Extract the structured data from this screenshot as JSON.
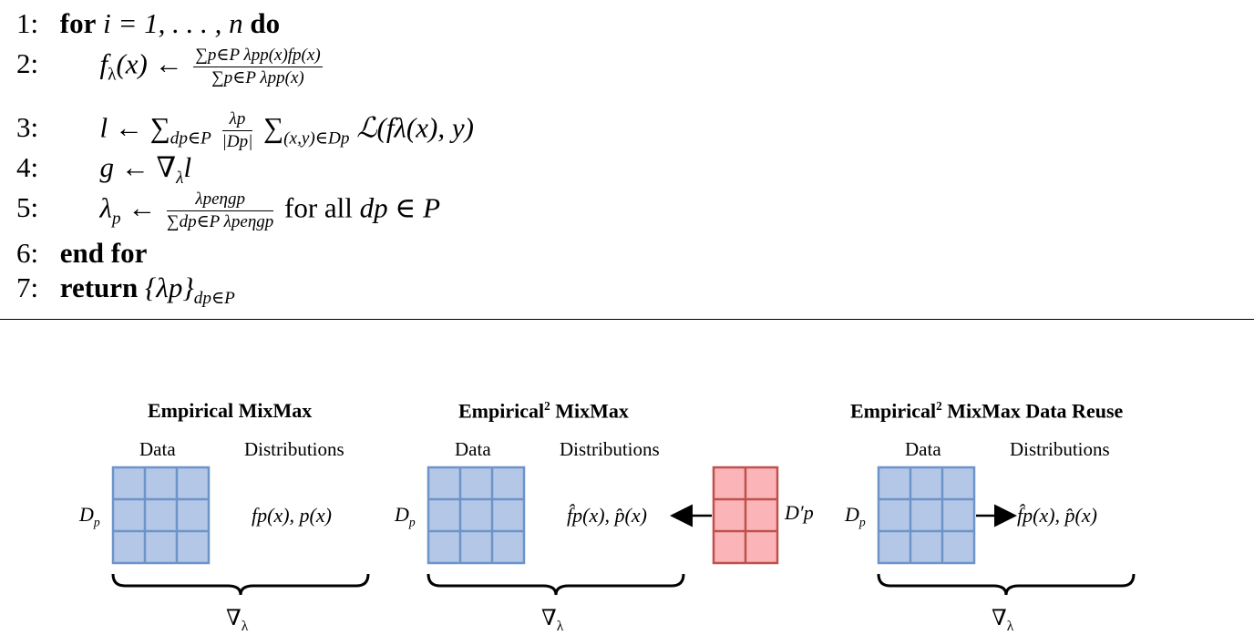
{
  "algorithm": {
    "lines": [
      {
        "num": "1:",
        "for_kw": "for",
        "range": "i = 1, . . . , n",
        "do_kw": "do"
      },
      {
        "num": "2:",
        "lhs": "f",
        "lhs_sub": "λ",
        "lhs_arg": "(x) ←",
        "num_expr": "∑p∈P λpp(x)fp(x)",
        "den_expr": "∑p∈P λpp(x)"
      },
      {
        "num": "3:",
        "lhs": "l ← ∑",
        "sum1_sub": "dp∈P",
        "num_expr": "λp",
        "den_expr": "|Dp|",
        "rest": "∑",
        "sum2_sub": "(x,y)∈Dp",
        "tail": "ℒ(fλ(x), y)"
      },
      {
        "num": "4:",
        "expr": "g ← ∇",
        "expr_sub": "λ",
        "expr_tail": "l"
      },
      {
        "num": "5:",
        "lhs": "λ",
        "lhs_sub": "p",
        "arrow": "←",
        "num_expr": "λpeηgp",
        "den_expr": "∑dp∈P λpeηgp",
        "tail_text": "for all",
        "tail_math": "dp ∈ P"
      },
      {
        "num": "6:",
        "end_kw": "end for"
      },
      {
        "num": "7:",
        "return_kw": "return",
        "expr": "{λp}",
        "expr_sub": "dp∈P"
      }
    ]
  },
  "figure": {
    "panels": [
      {
        "title": "Empirical MixMax",
        "data_label": "Data",
        "dist_label": "Distributions",
        "row_label": "D",
        "row_label_sub": "p",
        "dist_expr": "fp(x), p(x)",
        "grad": "∇",
        "grad_sub": "λ"
      },
      {
        "title_main": "Empirical",
        "title_sup": "2",
        "title_rest": " MixMax",
        "data_label": "Data",
        "dist_label": "Distributions",
        "row_label": "D",
        "row_label_sub": "p",
        "dist_expr": "f̂p(x), p̂(x)",
        "extra_label": "D′p",
        "grad": "∇",
        "grad_sub": "λ"
      },
      {
        "title_main": "Empirical",
        "title_sup": "2",
        "title_rest": " MixMax Data Reuse",
        "data_label": "Data",
        "dist_label": "Distributions",
        "row_label": "D",
        "row_label_sub": "p",
        "dist_expr": "f̂p(x), p̂(x)",
        "grad": "∇",
        "grad_sub": "λ"
      }
    ],
    "colors": {
      "blue_fill": "#b4c7e7",
      "blue_stroke": "#6c94c9",
      "red_fill": "#fbb4b8",
      "red_stroke": "#c0504d"
    }
  }
}
